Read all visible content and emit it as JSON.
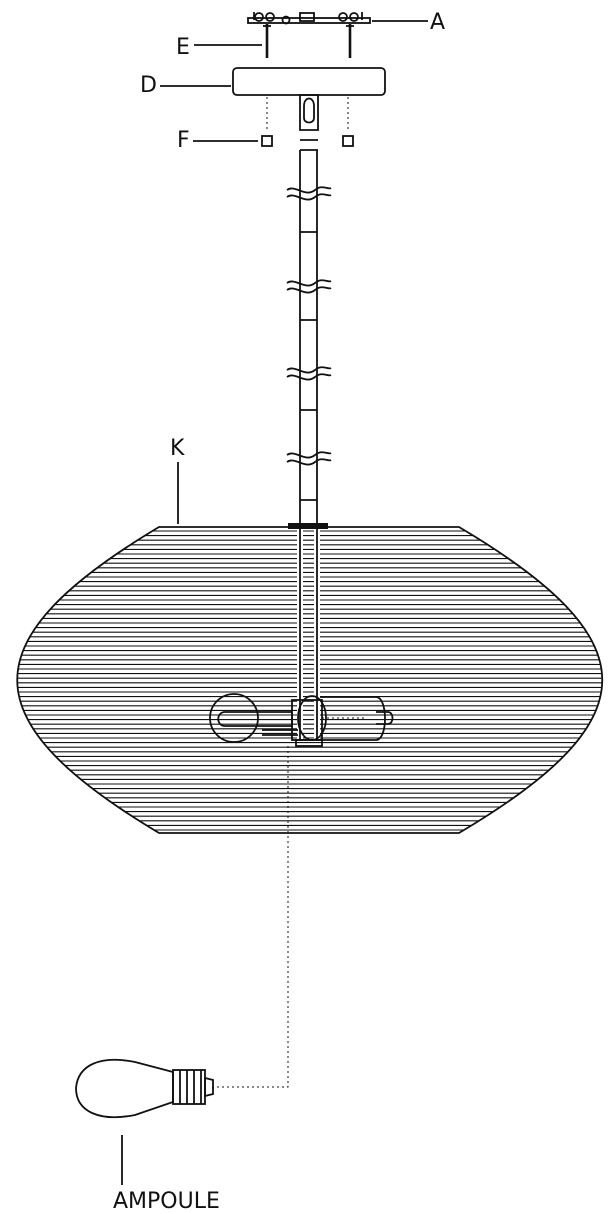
{
  "labels": {
    "a": "A",
    "d": "D",
    "e": "E",
    "f": "F",
    "k": "K",
    "bulb": "AMPOULE"
  },
  "parts": {
    "mounting_bracket": "A",
    "canopy": "D",
    "screws": "E",
    "nuts": "F",
    "shade": "K",
    "bulb": "AMPOULE"
  }
}
